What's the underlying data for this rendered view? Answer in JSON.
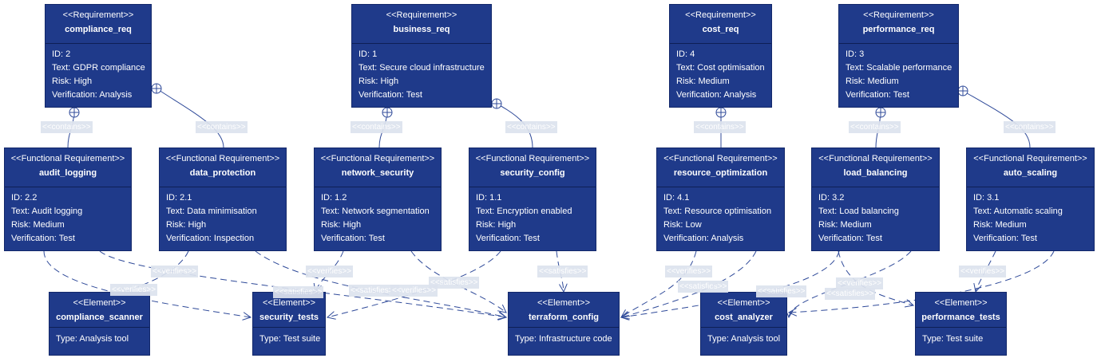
{
  "boxes": {
    "compliance_req": {
      "stereo": "<<Requirement>>",
      "name": "compliance_req",
      "lines": [
        "ID: 2",
        "Text: GDPR compliance",
        "Risk: High",
        "Verification: Analysis"
      ]
    },
    "business_req": {
      "stereo": "<<Requirement>>",
      "name": "business_req",
      "lines": [
        "ID: 1",
        "Text: Secure cloud infrastructure",
        "Risk: High",
        "Verification: Test"
      ]
    },
    "cost_req": {
      "stereo": "<<Requirement>>",
      "name": "cost_req",
      "lines": [
        "ID: 4",
        "Text: Cost optimisation",
        "Risk: Medium",
        "Verification: Analysis"
      ]
    },
    "performance_req": {
      "stereo": "<<Requirement>>",
      "name": "performance_req",
      "lines": [
        "ID: 3",
        "Text: Scalable performance",
        "Risk: Medium",
        "Verification: Test"
      ]
    },
    "audit_logging": {
      "stereo": "<<Functional Requirement>>",
      "name": "audit_logging",
      "lines": [
        "ID: 2.2",
        "Text: Audit logging",
        "Risk: Medium",
        "Verification: Test"
      ]
    },
    "data_protection": {
      "stereo": "<<Functional Requirement>>",
      "name": "data_protection",
      "lines": [
        "ID: 2.1",
        "Text: Data minimisation",
        "Risk: High",
        "Verification: Inspection"
      ]
    },
    "network_security": {
      "stereo": "<<Functional Requirement>>",
      "name": "network_security",
      "lines": [
        "ID: 1.2",
        "Text: Network segmentation",
        "Risk: High",
        "Verification: Test"
      ]
    },
    "security_config": {
      "stereo": "<<Functional Requirement>>",
      "name": "security_config",
      "lines": [
        "ID: 1.1",
        "Text: Encryption enabled",
        "Risk: High",
        "Verification: Test"
      ]
    },
    "resource_optimization": {
      "stereo": "<<Functional Requirement>>",
      "name": "resource_optimization",
      "lines": [
        "ID: 4.1",
        "Text: Resource optimisation",
        "Risk: Low",
        "Verification: Analysis"
      ]
    },
    "load_balancing": {
      "stereo": "<<Functional Requirement>>",
      "name": "load_balancing",
      "lines": [
        "ID: 3.2",
        "Text: Load balancing",
        "Risk: Medium",
        "Verification: Test"
      ]
    },
    "auto_scaling": {
      "stereo": "<<Functional Requirement>>",
      "name": "auto_scaling",
      "lines": [
        "ID: 3.1",
        "Text: Automatic scaling",
        "Risk: Medium",
        "Verification: Test"
      ]
    },
    "compliance_scanner": {
      "stereo": "<<Element>>",
      "name": "compliance_scanner",
      "lines": [
        "Type: Analysis tool"
      ]
    },
    "security_tests": {
      "stereo": "<<Element>>",
      "name": "security_tests",
      "lines": [
        "Type: Test suite"
      ]
    },
    "terraform_config": {
      "stereo": "<<Element>>",
      "name": "terraform_config",
      "lines": [
        "Type: Infrastructure code"
      ]
    },
    "cost_analyzer": {
      "stereo": "<<Element>>",
      "name": "cost_analyzer",
      "lines": [
        "Type: Analysis tool"
      ]
    },
    "performance_tests": {
      "stereo": "<<Element>>",
      "name": "performance_tests",
      "lines": [
        "Type: Test suite"
      ]
    }
  },
  "relations": {
    "contains": "<<contains>>",
    "verifies": "<<verifies>>",
    "satisfies": "<<satisfies>>"
  },
  "colors": {
    "box_fill": "#1f3a8a",
    "box_border": "#13286a",
    "box_text": "#ffffff",
    "edge": "#2f4a99",
    "label_bg": "#dde3ee"
  }
}
